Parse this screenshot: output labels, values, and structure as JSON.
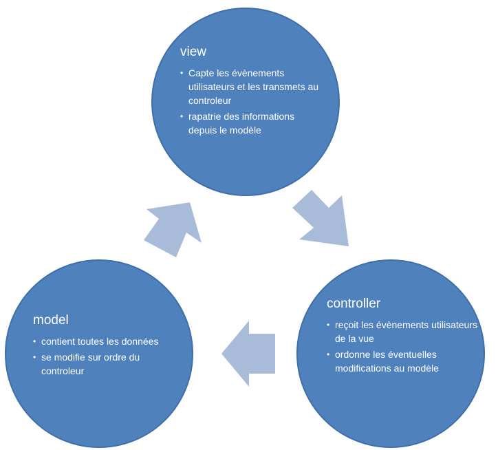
{
  "colors": {
    "node_fill": "#4f81bd",
    "node_border": "#3f6ea8",
    "arrow_fill": "#a8bcda",
    "text": "#ffffff"
  },
  "nodes": {
    "view": {
      "title": "view",
      "bullets": [
        "Capte les évènements utilisateurs et les transmets au controleur",
        "rapatrie des informations depuis le modèle"
      ]
    },
    "controller": {
      "title": "controller",
      "bullets": [
        "reçoit les évènements utilisateurs de la vue",
        "ordonne les éventuelles modifications au modèle"
      ]
    },
    "model": {
      "title": "model",
      "bullets": [
        "contient toutes les données",
        "se modifie sur ordre du controleur"
      ]
    }
  },
  "bullet_glyph": "•",
  "arrows": [
    {
      "from": "view",
      "to": "controller",
      "direction": "down-right"
    },
    {
      "from": "controller",
      "to": "model",
      "direction": "left"
    },
    {
      "from": "model",
      "to": "view",
      "direction": "up-right"
    }
  ]
}
